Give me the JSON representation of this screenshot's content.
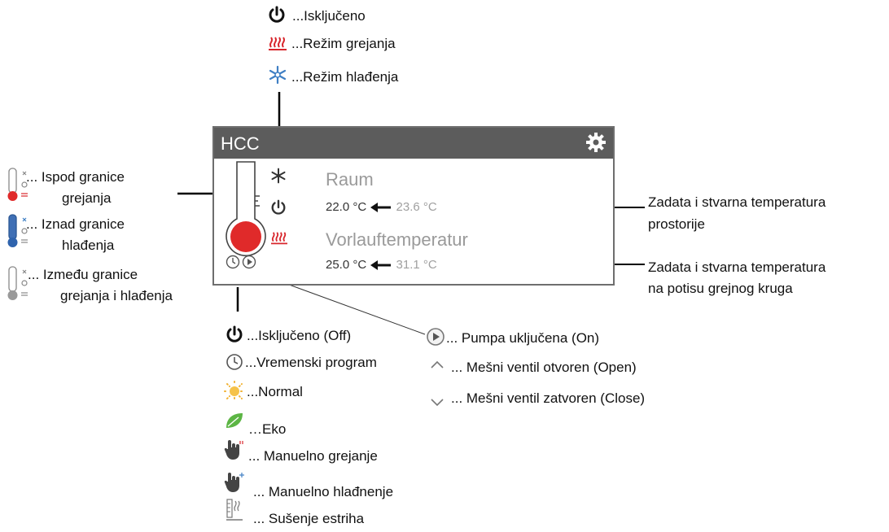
{
  "mode_legend": {
    "off": "...Isključeno",
    "heating": "...Režim grejanja",
    "cooling": "...Režim hlađenja"
  },
  "widget": {
    "title": "HCC",
    "room_label": "Raum",
    "room_set": "22.0 °C",
    "room_actual": "23.6 °C",
    "flow_label": "Vorlauftemperatur",
    "flow_set": "25.0 °C",
    "flow_actual": "31.1 °C"
  },
  "thermo_legend": {
    "below_heating_1": "... Ispod granice",
    "below_heating_2": "grejanja",
    "above_cooling_1": "... Iznad granice",
    "above_cooling_2": "hlađenja",
    "between_1": "... Između granice",
    "between_2": "grejanja i hlađenja"
  },
  "callouts": {
    "room_1": "Zadata i stvarna temperatura",
    "room_2": "prostorije",
    "flow_1": "Zadata i stvarna temperatura",
    "flow_2": "na potisu grejnog kruga"
  },
  "program_legend": {
    "off": "...Isključeno (Off)",
    "timer": "...Vremenski program",
    "normal": "...Normal",
    "eco": "…Eko",
    "manual_heat": "... Manuelno grejanje",
    "manual_cool": "... Manuelno hlađnenje",
    "screed": "... Sušenje estriha"
  },
  "pump_legend": {
    "pump_on": "... Pumpa uključena (On)",
    "valve_open": "... Mešni ventil otvoren  (Open)",
    "valve_close": "... Mešni ventil zatvoren (Close)"
  },
  "colors": {
    "heating": "#d8262c",
    "cooling": "#3f7fc4",
    "header": "#5c5c5c",
    "normal_sun": "#f2b233",
    "eco_leaf": "#4fae3a"
  }
}
